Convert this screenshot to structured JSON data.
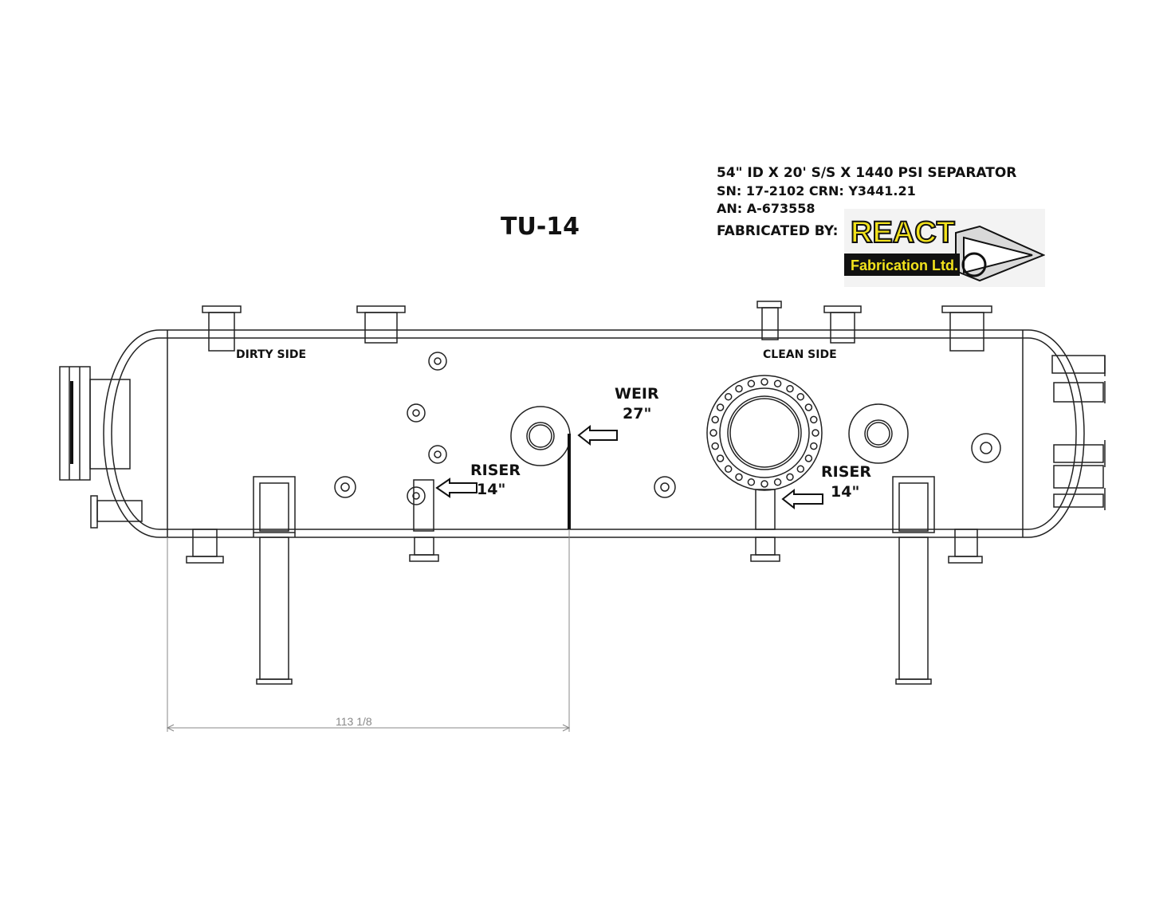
{
  "title": "TU-14",
  "spec": {
    "line1": "54\" ID X 20' S/S X 1440 PSI SEPARATOR",
    "line2": "SN: 17-2102 CRN: Y3441.21",
    "line3": "AN: A-673558",
    "line4": "FABRICATED BY:"
  },
  "logo": {
    "main": "REACT",
    "sub": "Fabrication Ltd.",
    "colors": {
      "main": "#f2e21c",
      "outline": "#111111",
      "background": "#f3f3f3"
    }
  },
  "labels": {
    "dirty_side": "DIRTY SIDE",
    "clean_side": "CLEAN SIDE",
    "weir": "WEIR",
    "weir_size": "27\"",
    "riser_left": "RISER",
    "riser_left_size": "14\"",
    "riser_right": "RISER",
    "riser_right_size": "14\""
  },
  "dimension": {
    "value": "113 1/8"
  }
}
